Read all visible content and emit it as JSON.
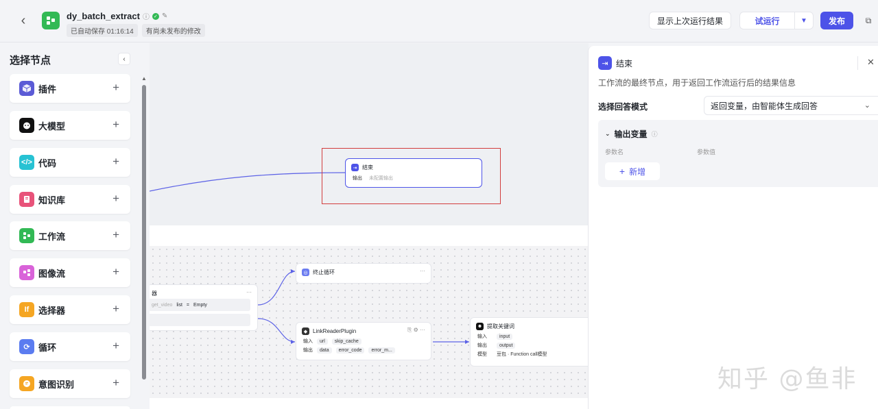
{
  "app": {
    "title": "dy_batch_extract",
    "autosave": "已自动保存 01:16:14",
    "unpublished": "有尚未发布的修改"
  },
  "toolbar": {
    "show_last": "显示上次运行结果",
    "trial_run": "试运行",
    "publish": "发布"
  },
  "sidebar": {
    "title": "选择节点",
    "items": [
      {
        "label": "插件",
        "icon": "cube-icon",
        "color": "#5b5bd6"
      },
      {
        "label": "大模型",
        "icon": "llm-face-icon",
        "color": "#111111"
      },
      {
        "label": "代码",
        "icon": "code-icon",
        "color": "#27c2d3"
      },
      {
        "label": "知识库",
        "icon": "book-icon",
        "color": "#e8537a"
      },
      {
        "label": "工作流",
        "icon": "workflow-icon",
        "color": "#32b955"
      },
      {
        "label": "图像流",
        "icon": "image-flow-icon",
        "color": "#d963d9"
      },
      {
        "label": "选择器",
        "icon": "selector-icon",
        "color": "#f5a623"
      },
      {
        "label": "循环",
        "icon": "loop-icon",
        "color": "#5b7cf0"
      },
      {
        "label": "意图识别",
        "icon": "intent-icon",
        "color": "#f5a623"
      }
    ]
  },
  "canvas": {
    "end_node": {
      "title": "结束",
      "output_label": "输出",
      "output_value": "未配置输出"
    },
    "stop_loop": {
      "title": "终止循环"
    },
    "condition": {
      "title_frag": "器",
      "var": "get_video",
      "sub": "list",
      "op": "=",
      "value": "Empty"
    },
    "link_reader": {
      "title": "LinkReaderPlugin",
      "input_label": "输入",
      "inputs": [
        "url",
        "skip_cache"
      ],
      "output_label": "输出",
      "outputs": [
        "data",
        "error_code",
        "error_m..."
      ]
    },
    "extract": {
      "title": "提取关键词",
      "input_label": "输入",
      "input": "input",
      "output_label": "输出",
      "output": "output",
      "model_label": "模型",
      "model": "豆包 · Function call模型"
    }
  },
  "panel": {
    "title": "结束",
    "description": "工作流的最终节点，用于返回工作流运行后的结果信息",
    "mode_label": "选择回答模式",
    "mode_value": "返回变量，由智能体生成回答",
    "output_section": "输出变量",
    "param_name": "参数名",
    "param_value": "参数值",
    "add": "新增"
  },
  "watermark": "知乎 @鱼非"
}
